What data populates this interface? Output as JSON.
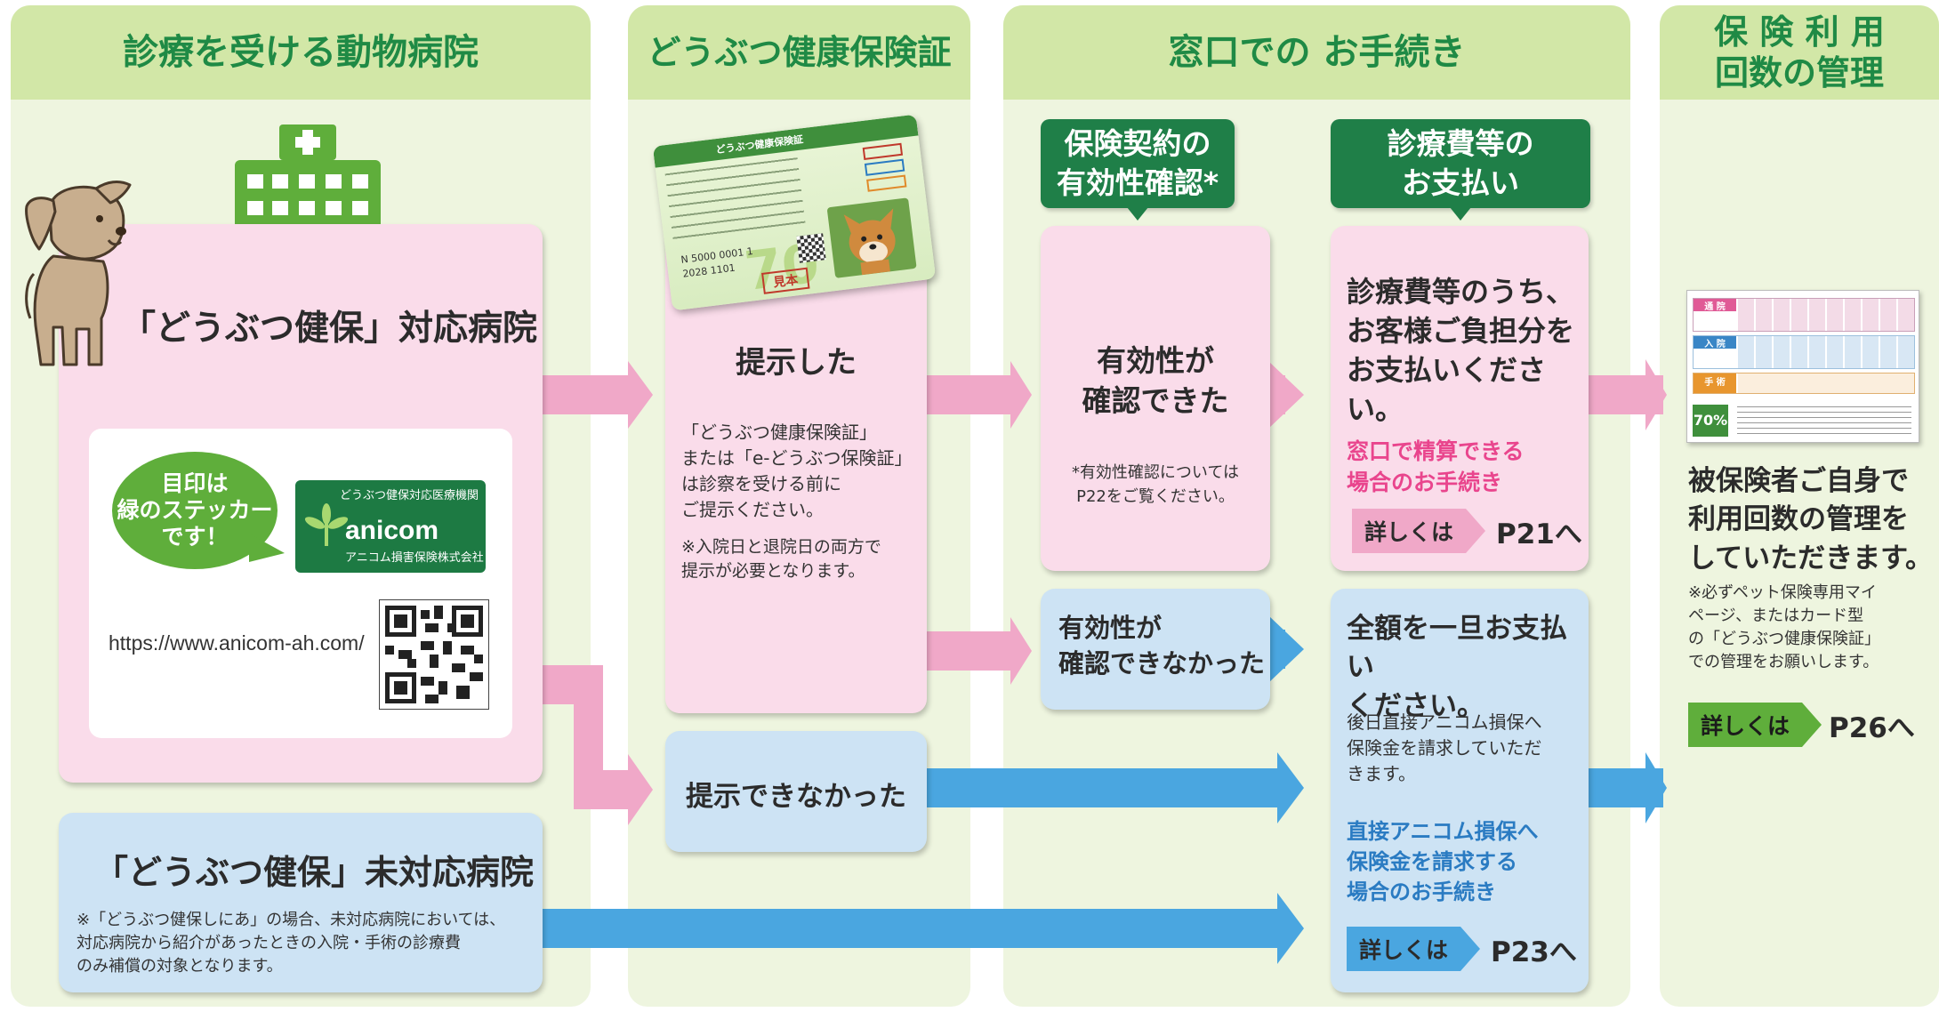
{
  "columns": {
    "hospital": "診療を受ける動物病院",
    "card": "どうぶつ健康保険証",
    "counter": "窓口での お手続き",
    "count_mgmt": "保 険 利 用\n回数の管理"
  },
  "hospital": {
    "supported_title": "「どうぶつ健保」対応病院",
    "bubble": "目印は\n緑のステッカー\nです！",
    "sticker_caption": "どうぶつ健保対応医療機関",
    "sticker_brand": "anicom",
    "sticker_company": "アニコム損害保険株式会社",
    "url": "https://www.anicom-ah.com/",
    "unsupported_title": "「どうぶつ健保」未対応病院",
    "unsupported_note": "※「どうぶつ健保しにあ」の場合、未対応病院においては、\n対応病院から紹介があったときの入院・手術の診療費\nのみ補償の対象となります。"
  },
  "card_col": {
    "presented_title": "提示した",
    "presented_text": "「どうぶつ健康保険証」\nまたは「e-どうぶつ保険証」\nは診察を受ける前に\nご提示ください。",
    "presented_note": "※入院日と退院日の両方で\n提示が必要となります。",
    "not_presented": "提示できなかった",
    "card_header": "どうぶつ健康保険証",
    "card_sample": "見本",
    "card_number": "N 5000 0001 1",
    "card_year": "2028  1101",
    "card_big": "70"
  },
  "counter": {
    "tag_validity": "保険契約の\n有効性確認*",
    "tag_payment": "診療費等の\nお支払い",
    "valid_title": "有効性が\n確認できた",
    "valid_note": "*有効性確認については\nP22をご覧ください。",
    "invalid_title": "有効性が\n確認できなかった",
    "pay_part_title": "診療費等のうち、\nお客様ご負担分を\nお支払いください。",
    "pay_part_link": "窓口で精算できる\n場合のお手続き",
    "pay_part_pill": "詳しくは",
    "pay_part_dest": "P21へ",
    "pay_full_title": "全額を一旦お支払い\nください。",
    "pay_full_text": "後日直接アニコム損保へ\n保険金を請求していただ\nきます。",
    "pay_full_link": "直接アニコム損保へ\n保険金を請求する\n場合のお手続き",
    "pay_full_pill": "詳しくは",
    "pay_full_dest": "P23へ"
  },
  "mgmt": {
    "title": "被保険者ご自身で\n利用回数の管理を\nしていただきます。",
    "note": "※必ずペット保険専用マイ\nページ、またはカード型\nの「どうぶつ健康保険証」\nでの管理をお願いします。",
    "pill": "詳しくは",
    "dest": "P26へ",
    "tbl_rows": [
      "通 院",
      "入 院",
      "手 術"
    ],
    "tbl_pct": "70%"
  },
  "colors": {
    "green": "#1f8a45",
    "pink_arrow": "#f0a8c8",
    "blue_arrow": "#4aa6e0"
  }
}
